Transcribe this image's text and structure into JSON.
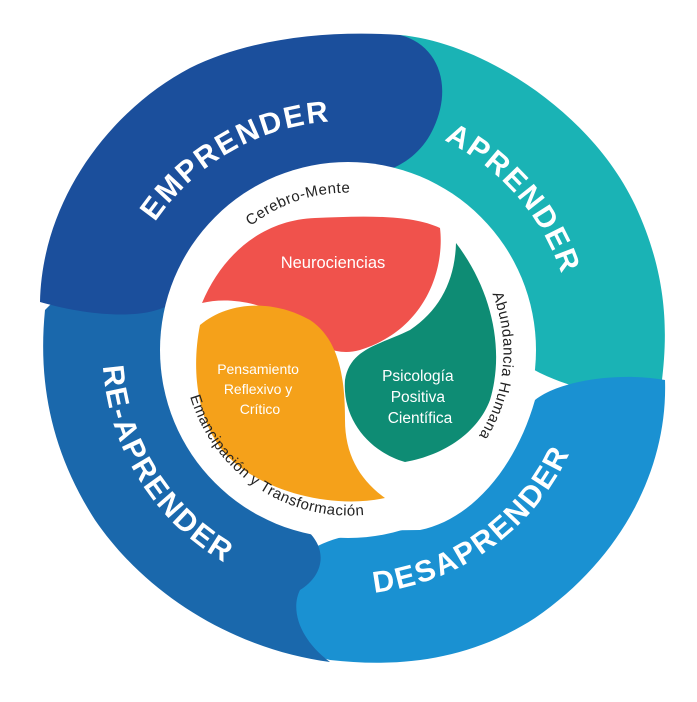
{
  "ring": {
    "emprender": "EMPRENDER",
    "aprender": "APRENDER",
    "desaprender": "DESAPRENDER",
    "reaprender": "RE-APRENDER"
  },
  "arc_labels": {
    "cerebro": "Cerebro-Mente",
    "abundancia": "Abundancia Humana",
    "emancipacion": "Emancipación y Transformación"
  },
  "core": {
    "neurociencias": "Neurociencias",
    "pensamiento": [
      "Pensamiento",
      "Reflexivo y",
      "Crítico"
    ],
    "psicologia": [
      "Psicología",
      "Positiva",
      "Científica"
    ]
  },
  "colors": {
    "emprender": "#1b4f9c",
    "aprender": "#1ab3b5",
    "desaprender": "#1a91d2",
    "reaprender": "#1a68ac",
    "neurociencias": "#f0524c",
    "pensamiento": "#f5a11a",
    "psicologia": "#0e8c74",
    "ring_text": "#ffffff"
  }
}
